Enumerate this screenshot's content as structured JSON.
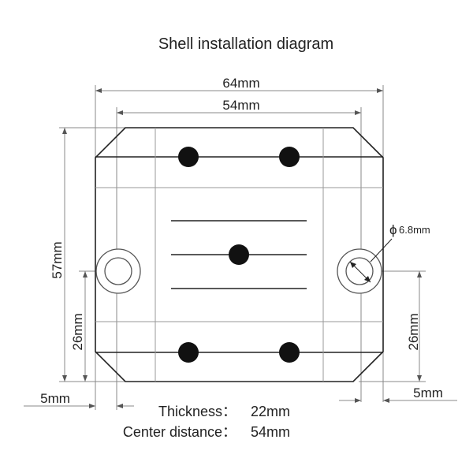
{
  "title": "Shell installation diagram",
  "dimensions": {
    "width_outer": "64mm",
    "width_inner": "54mm",
    "height": "57mm",
    "hole_height_left": "26mm",
    "hole_height_right": "26mm",
    "edge_left": "5mm",
    "edge_right": "5mm",
    "hole_diameter": "6.8mm",
    "diameter_symbol": "ϕ"
  },
  "specs": {
    "thickness_label": "Thickness：",
    "thickness_value": "22mm",
    "center_label": "Center distance：",
    "center_value": "54mm"
  }
}
